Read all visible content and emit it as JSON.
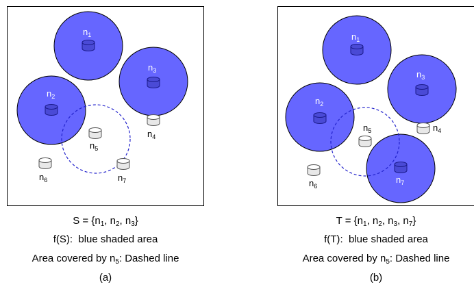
{
  "colors": {
    "coverage_fill": "#6666ff",
    "coverage_stroke": "#000000",
    "dashed": "#2222cc",
    "node_dark_fill": "#4a4ad6",
    "node_light_fill": "#ffffff"
  },
  "node_prefix": "n",
  "panel_a": {
    "set_name": "S",
    "set_members": [
      "1",
      "2",
      "3"
    ],
    "func_name": "f(S)",
    "func_desc": "blue shaded area",
    "area_prefix": "Area covered by n",
    "area_sub": "5",
    "area_suffix": ": Dashed line",
    "label": "(a)"
  },
  "panel_b": {
    "set_name": "T",
    "set_members": [
      "1",
      "2",
      "3",
      "7"
    ],
    "func_name": "f(T)",
    "func_desc": "blue shaded area",
    "area_prefix": "Area covered by n",
    "area_sub": "5",
    "area_suffix": ": Dashed line",
    "label": "(b)"
  },
  "nodes": [
    "1",
    "2",
    "3",
    "4",
    "5",
    "6",
    "7"
  ]
}
